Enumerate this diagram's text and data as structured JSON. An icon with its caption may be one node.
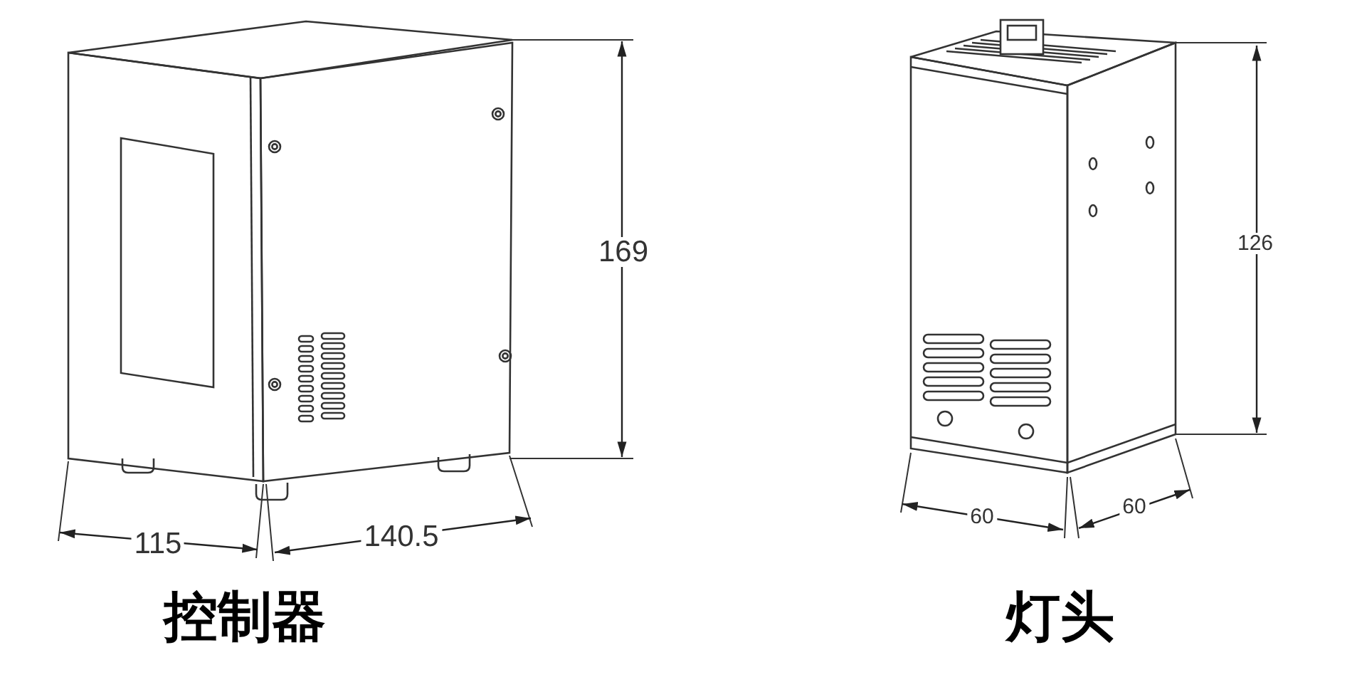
{
  "diagram": {
    "labels": [
      "169",
      "115",
      "140.5",
      "控制器",
      "126",
      "60",
      "60",
      "灯头"
    ]
  }
}
